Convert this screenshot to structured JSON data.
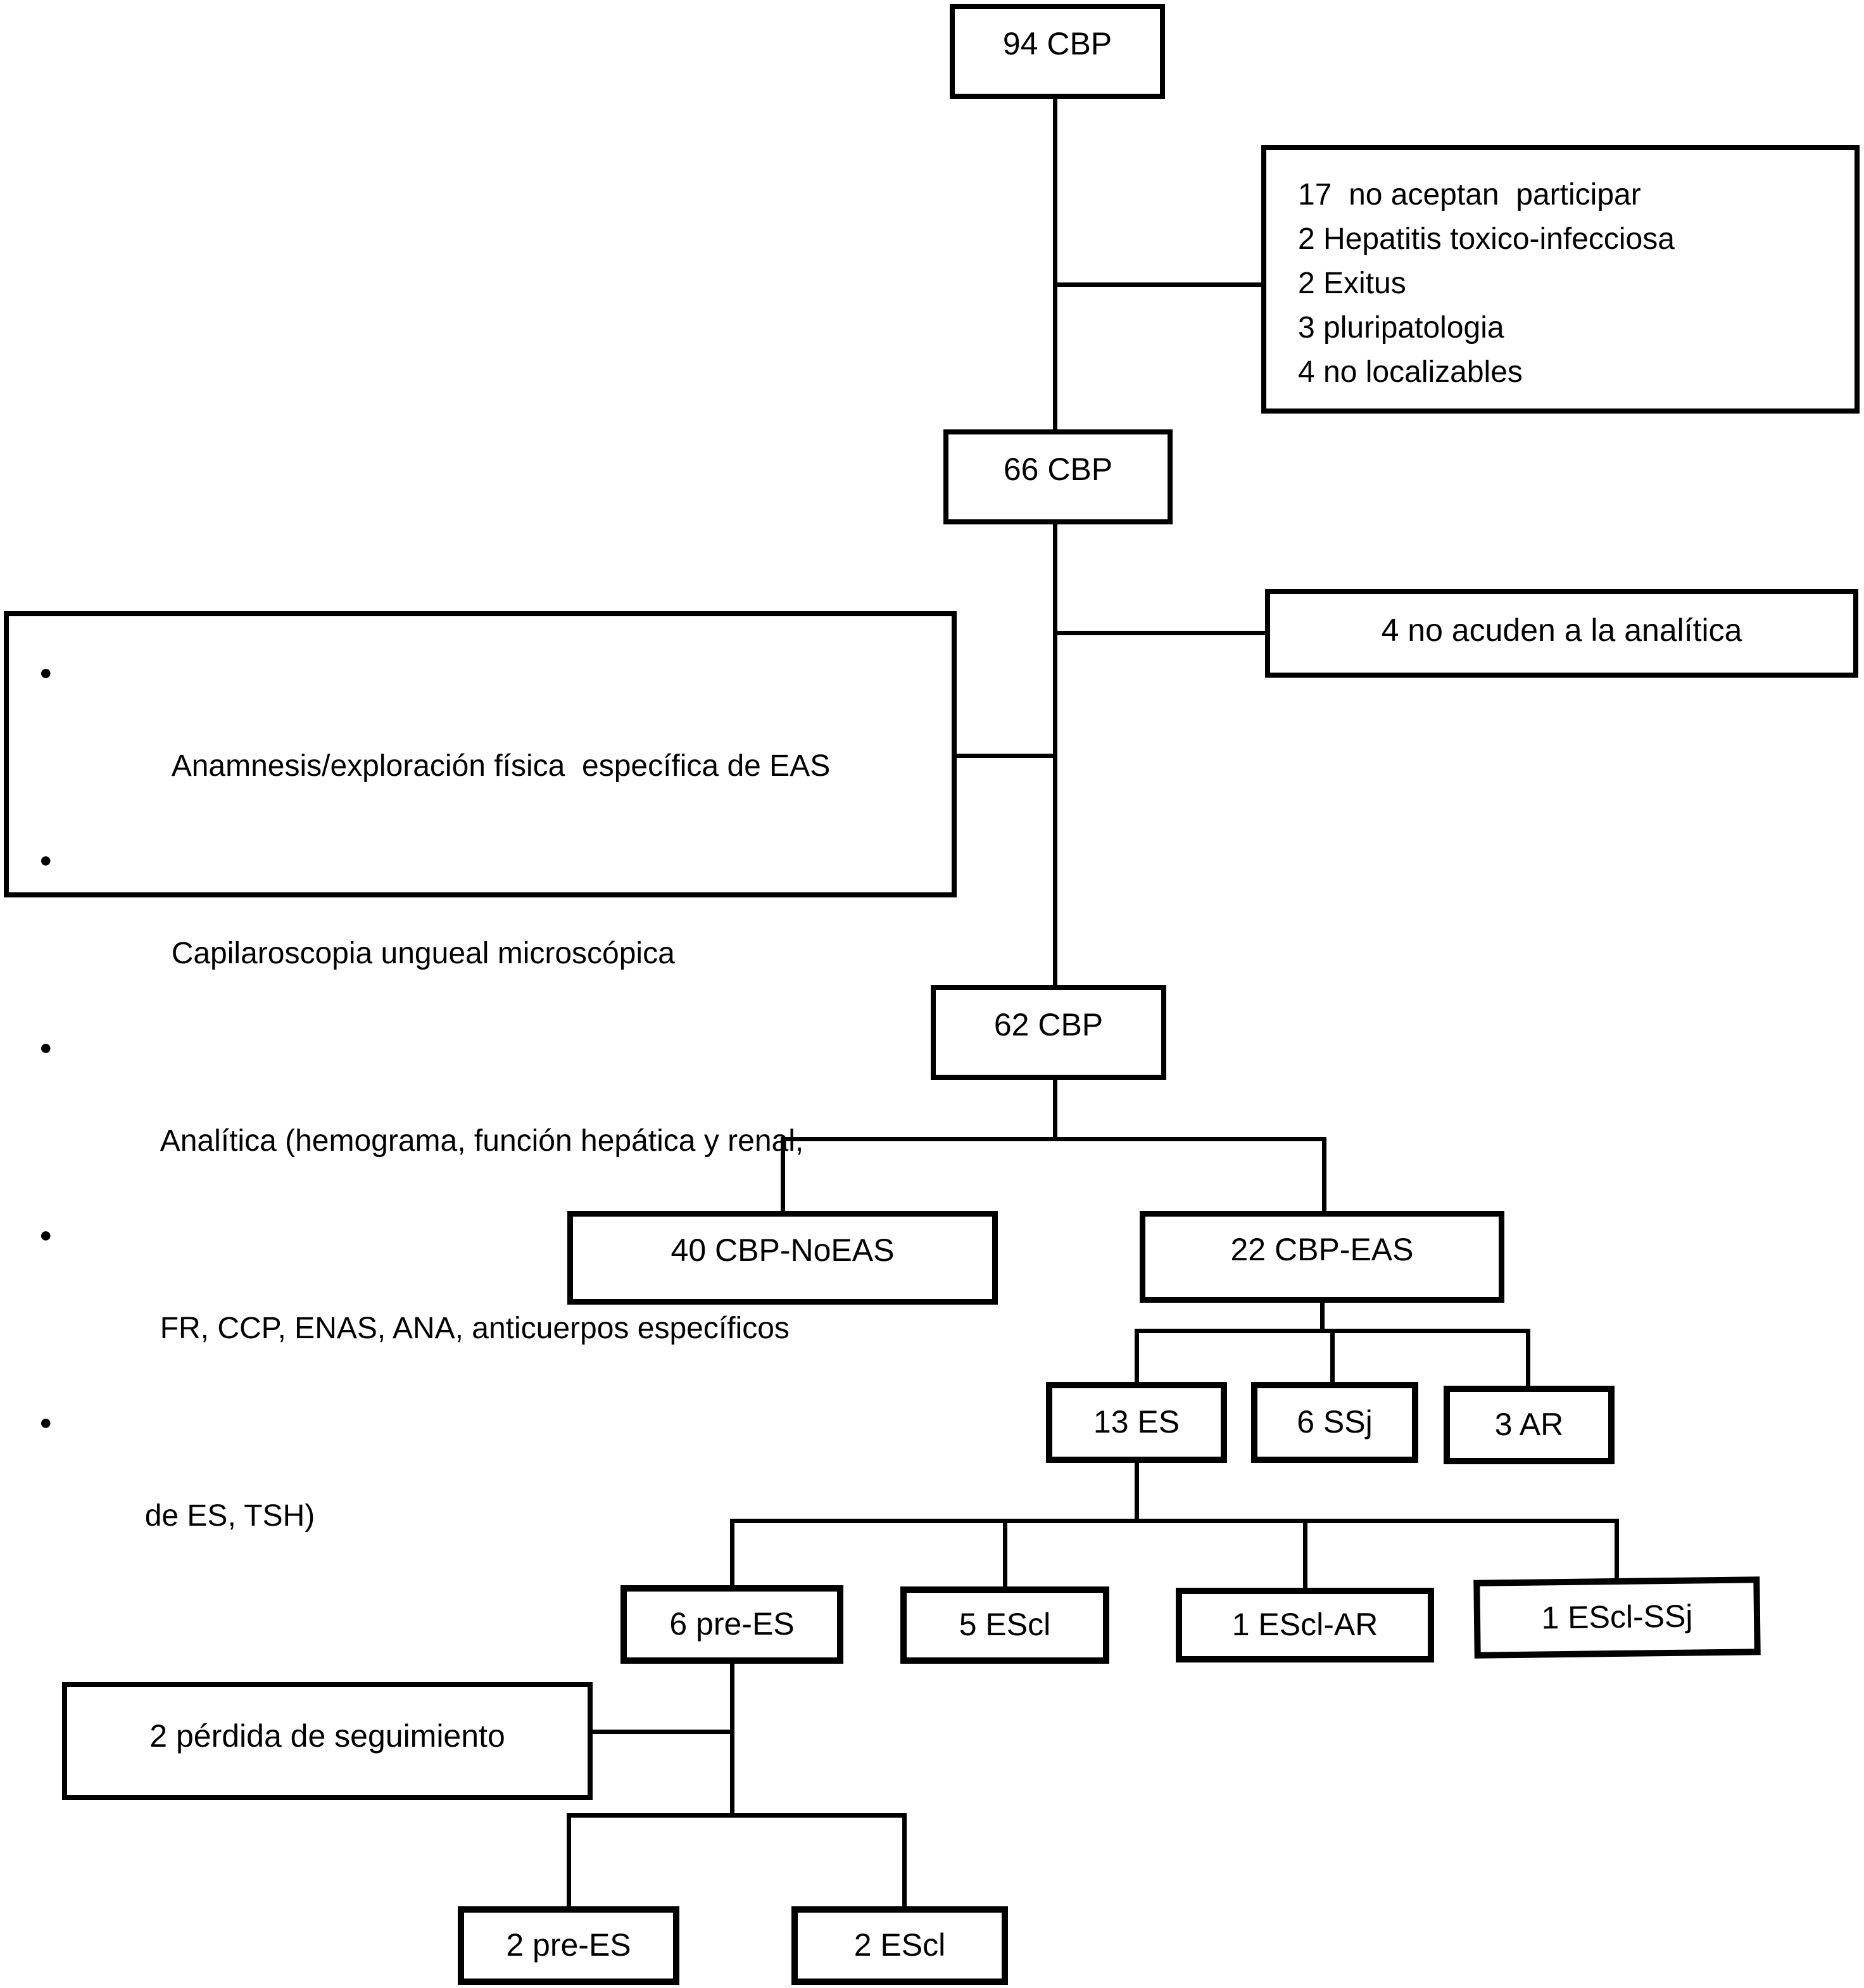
{
  "colors": {
    "line": "#000000",
    "background": "#ffffff",
    "text": "#000000"
  },
  "icons": {
    "bullet": "●"
  },
  "nodes": {
    "n94": {
      "label": "94 CBP"
    },
    "exclusions": {
      "lines": [
        "17  no aceptan  participar",
        "2 Hepatitis toxico-infecciosa",
        "2 Exitus",
        "3 pluripatologia",
        "4 no localizables"
      ]
    },
    "n66": {
      "label": "66 CBP"
    },
    "no_analitica": {
      "label": "4 no acuden a la analítica"
    },
    "criteria": {
      "items": [
        "Anamnesis/exploración física  específica de EAS",
        "Capilaroscopia ungueal microscópica",
        "Analítica (hemograma, función hepática y renal,",
        "FR, CCP, ENAS, ANA, anticuerpos específicos",
        "de ES, TSH)"
      ]
    },
    "n62": {
      "label": "62 CBP"
    },
    "n40": {
      "label": "40 CBP-NoEAS"
    },
    "n22": {
      "label": "22 CBP-EAS"
    },
    "n13": {
      "label": "13 ES"
    },
    "n6ssj": {
      "label": "6 SSj"
    },
    "n3ar": {
      "label": "3 AR"
    },
    "n6pre": {
      "label": "6 pre-ES"
    },
    "n5escl": {
      "label": "5 EScl"
    },
    "n1esclar": {
      "label": "1 EScl-AR"
    },
    "n1esclssj": {
      "label": "1 EScl-SSj"
    },
    "nperdida": {
      "label": "2 pérdida de seguimiento"
    },
    "n2pre": {
      "label": "2 pre-ES"
    },
    "n2escl": {
      "label": "2 EScl"
    }
  }
}
